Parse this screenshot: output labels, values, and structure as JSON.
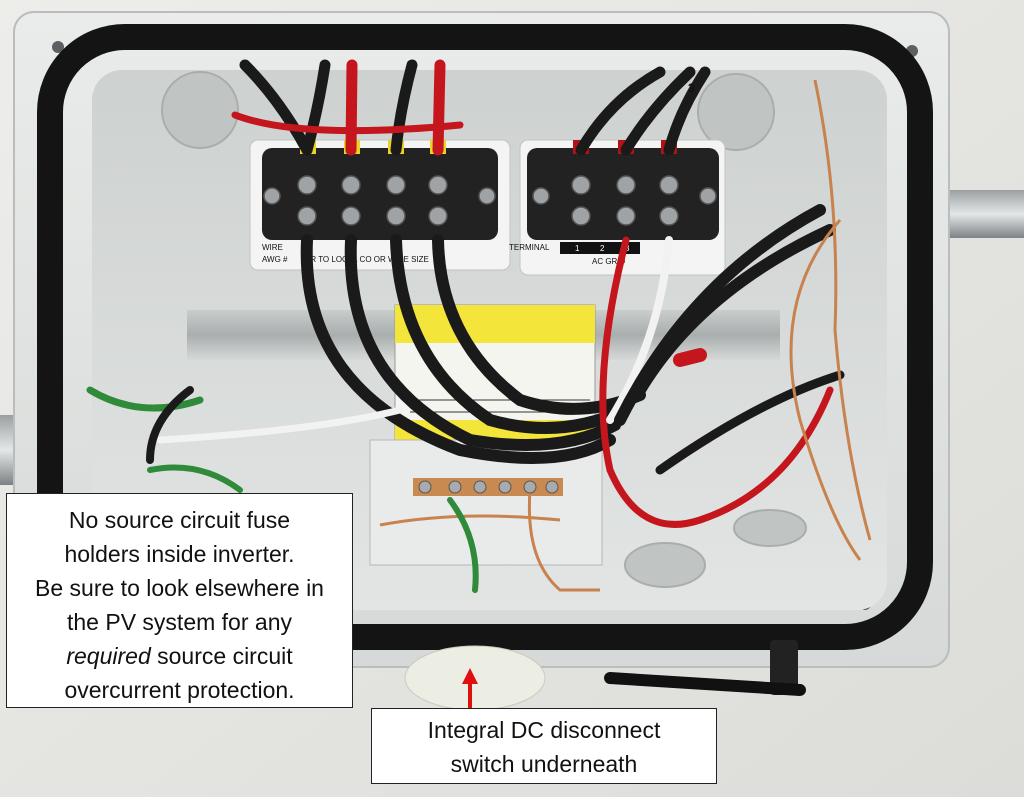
{
  "callouts": {
    "left": {
      "line1": "No source circuit fuse",
      "line2": "holders inside inverter.",
      "line3": "Be sure to look elsewhere in",
      "line4": "the PV system for any",
      "line5_emphasis": "required",
      "line5_rest": " source circuit",
      "line6": "overcurrent protection."
    },
    "bottom": {
      "line1": "Integral DC disconnect",
      "line2": "switch underneath"
    }
  },
  "labels": {
    "terminal": "TERMINAL",
    "terminal_nums": [
      "1",
      "2",
      "3"
    ],
    "ac_grid": "AC GRID",
    "wire": "WIRE",
    "awg": "AWG #",
    "dc_row": "ER TO LOCAL CO  OR WIRE SIZE",
    "wire_tag": "3"
  },
  "colors": {
    "enclosure": "#e4e7e6",
    "gasket": "#141414",
    "terminal_block": "#222222",
    "wire_red": "#c4161c",
    "wire_black": "#1a1a1a",
    "wire_white": "#f2f2f2",
    "wire_green": "#2f8a3a",
    "wire_copper": "#c8824e",
    "arrow_red": "#e01010"
  }
}
